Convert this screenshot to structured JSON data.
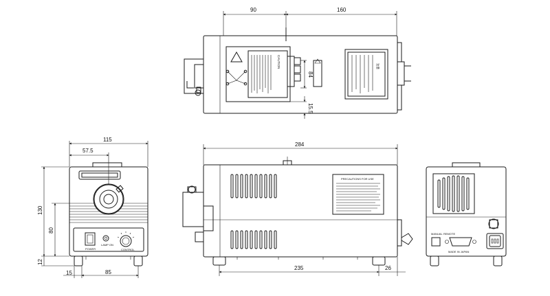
{
  "dimensions": {
    "top_left_width": "90",
    "top_right_width": "160",
    "top_height": "84",
    "top_offset": "15.5",
    "front_width": "115",
    "front_center": "57.5",
    "front_height": "130",
    "front_panel_height": "80",
    "front_foot_height": "12",
    "front_foot_left": "15",
    "front_foot_spacing": "85",
    "side_length": "284",
    "side_foot_spacing": "235",
    "side_foot_right": "26"
  },
  "labels": {
    "caution": "CAUTION",
    "precautions": "PRECAUTIONS FOR USE",
    "power": "POWER",
    "lamp_on": "LAMP ON",
    "control": "CONTROL",
    "manual": "MANUAL",
    "remote": "REMOTE",
    "made_in_japan": "MADE IN JAPAN",
    "japanese_label": "注意"
  },
  "colors": {
    "line": "#1a1a1a",
    "background": "#ffffff"
  }
}
